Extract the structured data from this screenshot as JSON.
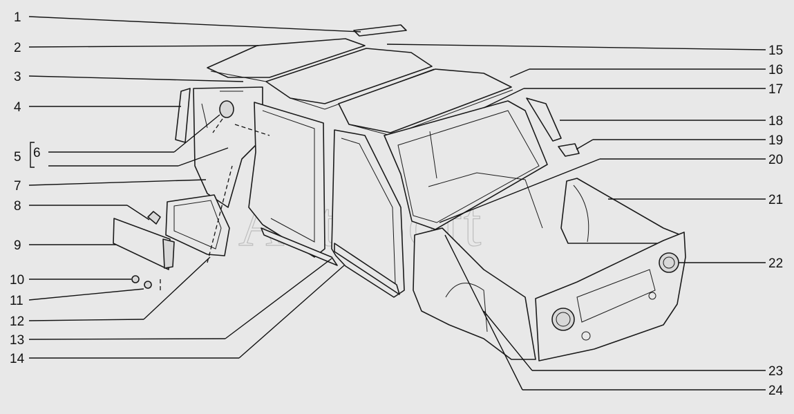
{
  "watermark": "AutoSoft",
  "callouts_left": [
    {
      "id": "c1",
      "text": "1"
    },
    {
      "id": "c2",
      "text": "2"
    },
    {
      "id": "c3",
      "text": "3"
    },
    {
      "id": "c4",
      "text": "4"
    },
    {
      "id": "c5",
      "text": "5"
    },
    {
      "id": "c6",
      "text": "6"
    },
    {
      "id": "c7",
      "text": "7"
    },
    {
      "id": "c8",
      "text": "8"
    },
    {
      "id": "c9",
      "text": "9"
    },
    {
      "id": "c10",
      "text": "10"
    },
    {
      "id": "c11",
      "text": "11"
    },
    {
      "id": "c12",
      "text": "12"
    },
    {
      "id": "c13",
      "text": "13"
    },
    {
      "id": "c14",
      "text": "14"
    }
  ],
  "callouts_right": [
    {
      "id": "c15",
      "text": "15"
    },
    {
      "id": "c16",
      "text": "16"
    },
    {
      "id": "c17",
      "text": "17"
    },
    {
      "id": "c18",
      "text": "18"
    },
    {
      "id": "c19",
      "text": "19"
    },
    {
      "id": "c20",
      "text": "20"
    },
    {
      "id": "c21",
      "text": "21"
    },
    {
      "id": "c22",
      "text": "22"
    },
    {
      "id": "c23",
      "text": "23"
    },
    {
      "id": "c24",
      "text": "24"
    }
  ],
  "colors": {
    "background": "#e8e8e8",
    "ink": "#111111",
    "watermark": "#9a9a9a"
  }
}
